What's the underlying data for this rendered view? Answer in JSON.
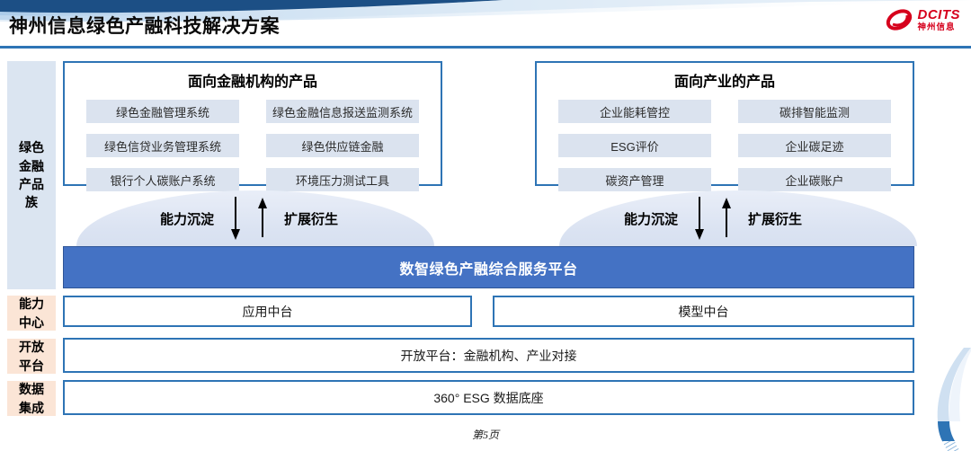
{
  "header": {
    "title": "神州信息绿色产融科技解决方案",
    "logo": {
      "brand": "DCITS",
      "brand_cn": "神州信息"
    }
  },
  "sidebar": {
    "family_label": "绿色金融产品族",
    "capability_label": "能力中心",
    "open_label": "开放平台",
    "data_label": "数据集成"
  },
  "product_boxes": [
    {
      "title": "面向金融机构的产品",
      "items": [
        "绿色金融管理系统",
        "绿色金融信息报送监测系统",
        "绿色信贷业务管理系统",
        "绿色供应链金融",
        "银行个人碳账户系统",
        "环境压力测试工具"
      ]
    },
    {
      "title": "面向产业的产品",
      "items": [
        "企业能耗管控",
        "碳排智能监测",
        "ESG评价",
        "企业碳足迹",
        "碳资产管理",
        "企业碳账户"
      ]
    }
  ],
  "flows": {
    "down_label": "能力沉淀",
    "up_label": "扩展衍生"
  },
  "platform_bar": {
    "label": "数智绿色产融综合服务平台"
  },
  "capability_row": {
    "items": [
      "应用中台",
      "模型中台"
    ]
  },
  "open_row": {
    "label": "开放平台：金融机构、产业对接"
  },
  "data_row": {
    "label": "360° ESG 数据底座"
  },
  "footer": {
    "page_label": "第5页"
  },
  "colors": {
    "accent_blue": "#2e74b5",
    "platform_blue": "#4472c4",
    "pill_blue": "#dbe3ef",
    "sidebar_blue": "#dbe5f1",
    "sidebar_peach": "#fbe5d6",
    "logo_red": "#d6001c"
  }
}
